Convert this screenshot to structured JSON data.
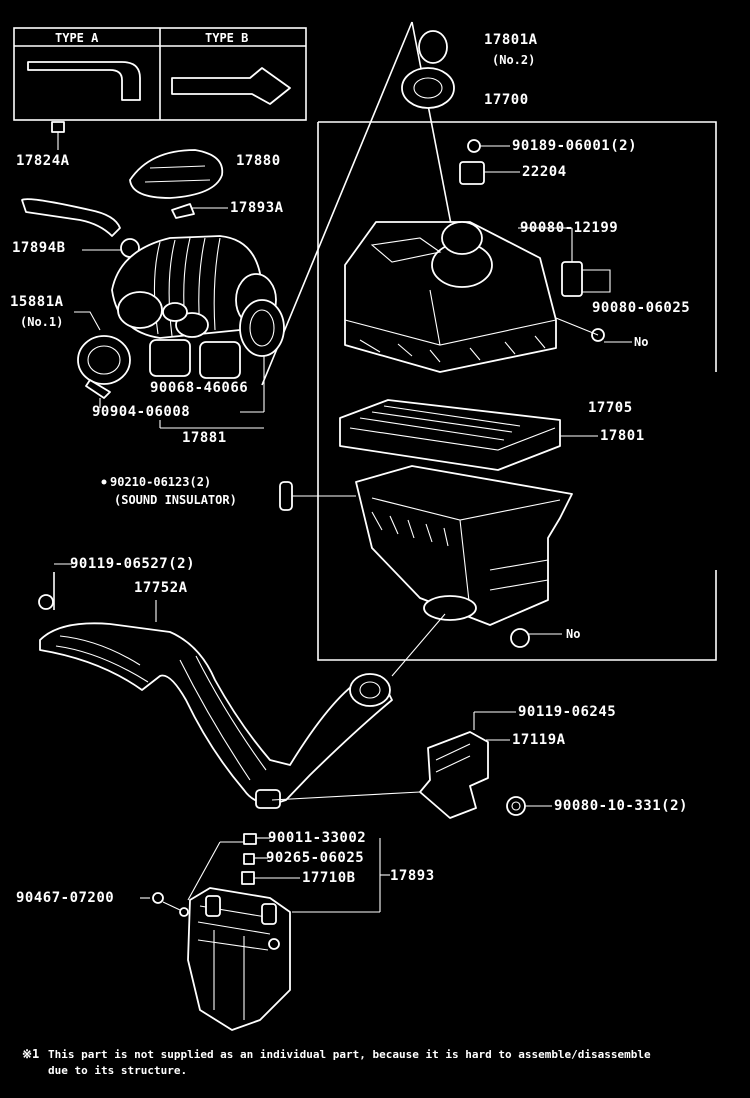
{
  "colors": {
    "background": "#000000",
    "line": "#ffffff"
  },
  "inset": {
    "type_a": "TYPE A",
    "type_b": "TYPE B"
  },
  "labels": {
    "p17801a": "17801A",
    "p17801a_sub": "(No.2)",
    "p17700": "17700",
    "p90189": "90189-06001(2)",
    "p22204": "22204",
    "p90080_12199": "90080-12199",
    "p90080_06025": "90080-06025",
    "pno_right": "No",
    "p17880": "17880",
    "p17893a": "17893A",
    "p17824a": "17824A",
    "p17894b": "17894B",
    "p15881a": "15881A",
    "p15881a_sub": "(No.1)",
    "p90068": "90068-46066",
    "p90904": "90904-06008",
    "p17881": "17881",
    "p17705": "17705",
    "p17801": "17801",
    "p90210": "90210-06123(2)",
    "p90210_sub": "(SOUND INSULATOR)",
    "p90119_top": "90119-06527(2)",
    "p17752a": "17752A",
    "pno_mid": "No",
    "p90119_mid": "90119-06245",
    "p17119a": "17119A",
    "p90080_10": "90080-10-331(2)",
    "p90011": "90011-33002",
    "p90265": "90265-06025",
    "p17710b": "17710B",
    "p17893": "17893",
    "p90467": "90467-07200"
  },
  "footnote": {
    "mark": "※1",
    "line1": "This part is not supplied as an individual part, because it is hard to assemble/disassemble",
    "line2": "due to its structure."
  }
}
